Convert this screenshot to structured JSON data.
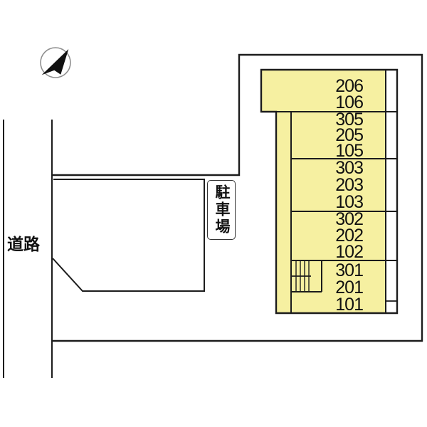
{
  "plan": {
    "title_hint": "site plan with building unit layout",
    "road_label": "道路",
    "parking_label": "駐車場",
    "rooms": [
      {
        "units": [
          "206",
          "106"
        ]
      },
      {
        "units": [
          "305",
          "205",
          "105"
        ]
      },
      {
        "units": [
          "303",
          "203",
          "103"
        ]
      },
      {
        "units": [
          "302",
          "202",
          "102"
        ]
      },
      {
        "units": [
          "301",
          "201",
          "101"
        ]
      }
    ],
    "icons": {
      "north_arrow": "north-arrow-compass",
      "stairs": "staircase-hatch"
    },
    "colors": {
      "room_fill": "#f6f0a1",
      "line": "#1c1c1c",
      "compass_ring": "#8f8f8f",
      "background": "#ffffff"
    }
  }
}
